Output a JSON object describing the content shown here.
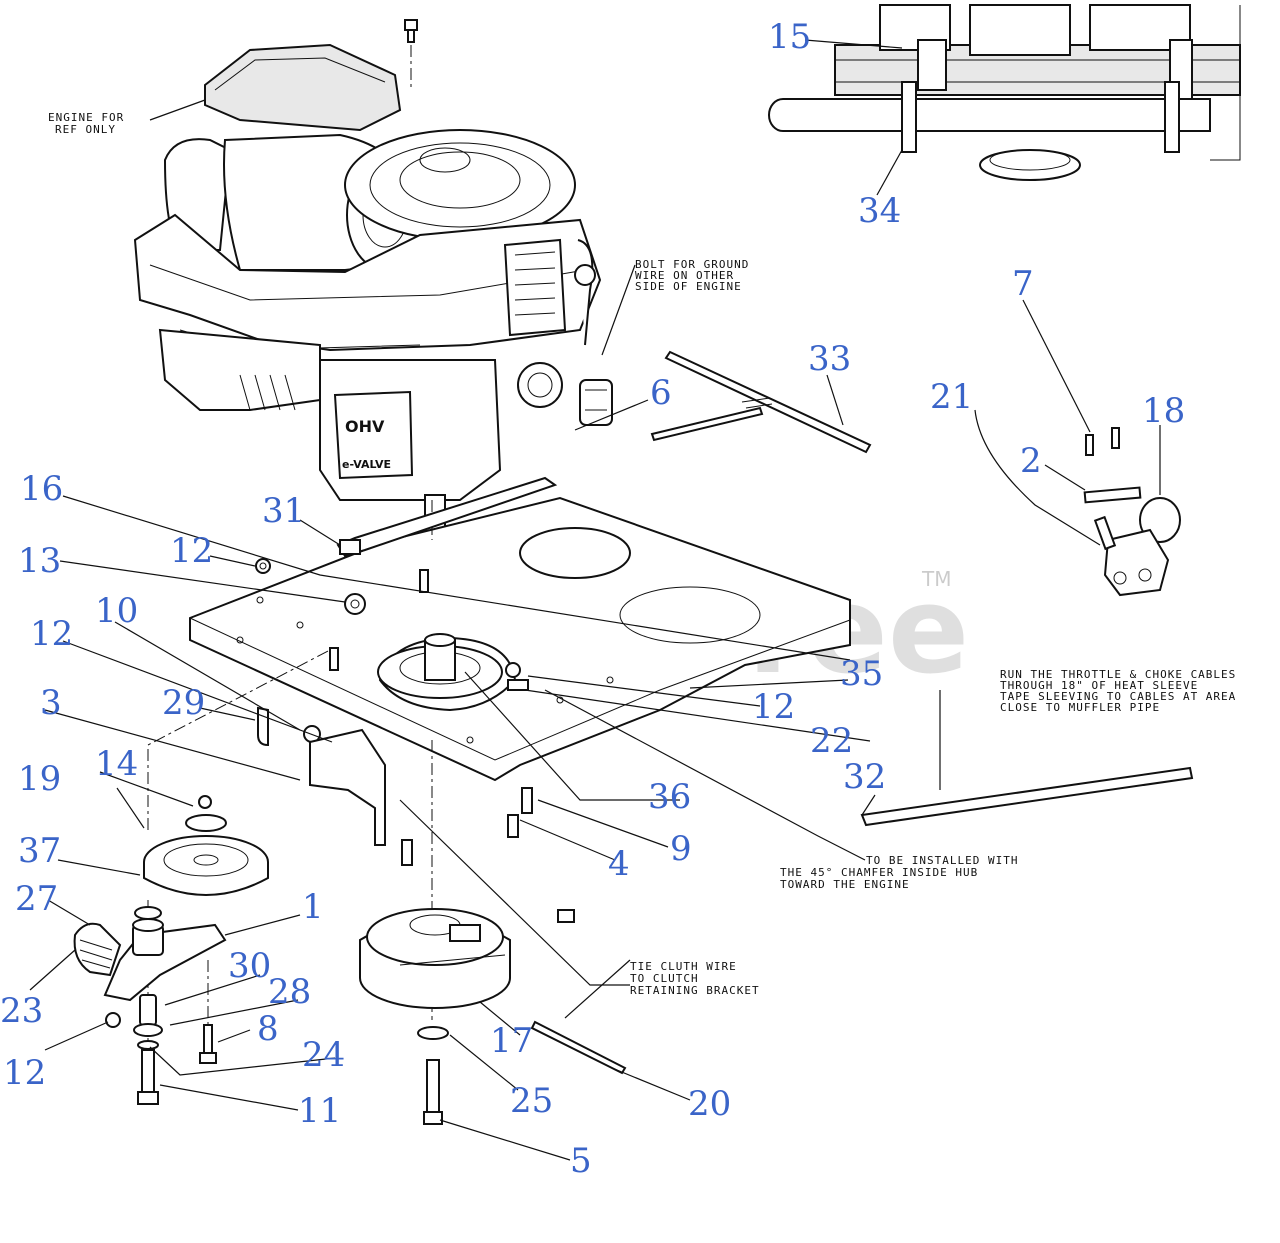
{
  "watermark": {
    "brand": "PartsTree",
    "trademark": "TM"
  },
  "notes": {
    "engine_ref": [
      "ENGINE FOR",
      "REF ONLY"
    ],
    "ground_bolt": [
      "BOLT FOR GROUND",
      "WIRE ON OTHER",
      "SIDE OF ENGINE"
    ],
    "throttle_cables": [
      "RUN THE THROTTLE & CHOKE CABLES",
      "THROUGH 18\" OF HEAT SLEEVE",
      "TAPE SLEEVING TO CABLES AT AREA",
      "CLOSE TO MUFFLER PIPE"
    ],
    "chamfer": [
      "TO BE INSTALLED WITH",
      "THE 45° CHAMFER INSIDE HUB",
      "TOWARD THE ENGINE"
    ],
    "clutch_wire": [
      "TIE CLUTH WIRE",
      "TO CLUTCH",
      "RETAINING BRACKET"
    ]
  },
  "callouts": {
    "c1": "1",
    "c2": "2",
    "c3": "3",
    "c4": "4",
    "c5": "5",
    "c6": "6",
    "c7": "7",
    "c8": "8",
    "c9": "9",
    "c10": "10",
    "c11": "11",
    "c12a": "12",
    "c12b": "12",
    "c12c": "12",
    "c12d": "12",
    "c12e": "12",
    "c13": "13",
    "c14": "14",
    "c15": "15",
    "c16": "16",
    "c17": "17",
    "c18": "18",
    "c19": "19",
    "c20": "20",
    "c21": "21",
    "c22": "22",
    "c23": "23",
    "c24": "24",
    "c25": "25",
    "c27": "27",
    "c28": "28",
    "c29": "29",
    "c30": "30",
    "c31": "31",
    "c32": "32",
    "c33": "33",
    "c34": "34",
    "c35": "35",
    "c36": "36",
    "c37": "37"
  },
  "engine_labels": {
    "valve_cover": "OHV",
    "valve_badge": "e-VALVE"
  }
}
